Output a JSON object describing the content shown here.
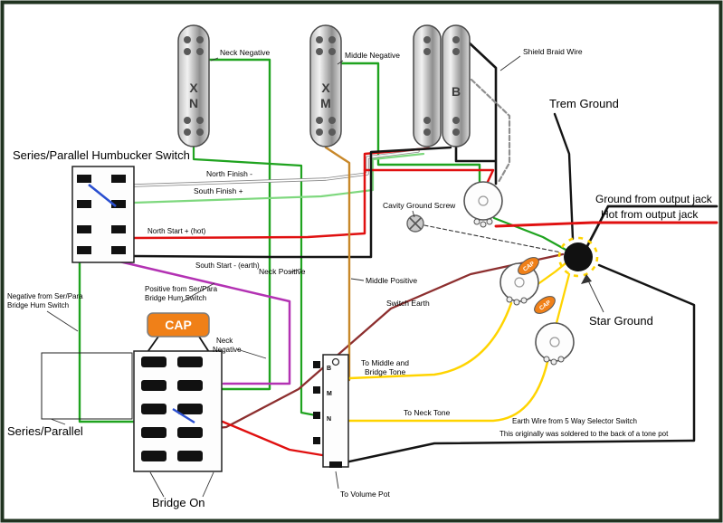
{
  "colors": {
    "green": "#1fa31f",
    "light_green": "#7ed87e",
    "red": "#e01010",
    "black": "#141414",
    "white": "#ffffff",
    "purple": "#b332b3",
    "maroon": "#8d2f2f",
    "tan": "#c8882a",
    "yellow": "#ffd400",
    "blue": "#2a4fd0",
    "orange": "#f08018",
    "gray": "#8f8f8f"
  },
  "pickup_letters": {
    "x": "X",
    "n": "N",
    "m": "M",
    "b": "B"
  },
  "selector": {
    "b": "B",
    "m": "M",
    "n": "N"
  },
  "labels": {
    "neck_negative": "Neck Negative",
    "middle_negative": "Middle Negative",
    "shield_braid_wire": "Shield Braid Wire",
    "trem_ground": "Trem Ground",
    "humbucker_switch_title": "Series/Parallel Humbucker Switch",
    "north_finish": "North Finish -",
    "south_finish": "South Finish +",
    "north_start": "North Start + (hot)",
    "south_start": "South Start - (earth)",
    "neck_positive": "Neck Positive",
    "middle_positive": "Middle Positive",
    "switch_earth": "Switch Earth",
    "cavity_ground_screw": "Cavity Ground Screw",
    "ground_from_output_jack": "Ground from output jack",
    "hot_from_output_jack": "Hot from output jack",
    "negative_serpara_1": "Negative from Ser/Para",
    "negative_serpara_2": "Bridge Hum Switch",
    "positive_serpara_1": "Positive from Ser/Para",
    "positive_serpara_2": "Bridge Hum Switch",
    "cap": "CAP",
    "neck_negative_2_1": "Neck",
    "neck_negative_2_2": "Negative",
    "star_ground": "Star Ground",
    "to_middle_bridge_1": "To Middle and",
    "to_middle_bridge_2": "Bridge Tone",
    "to_neck_tone": "To Neck Tone",
    "series_parallel": "Series/Parallel",
    "bridge_on": "Bridge On",
    "to_volume_pot": "To Volume Pot",
    "earth_wire_1": "Earth Wire from 5 Way Selector Switch",
    "earth_wire_2": "This originally was soldered to the back of a tone pot"
  }
}
